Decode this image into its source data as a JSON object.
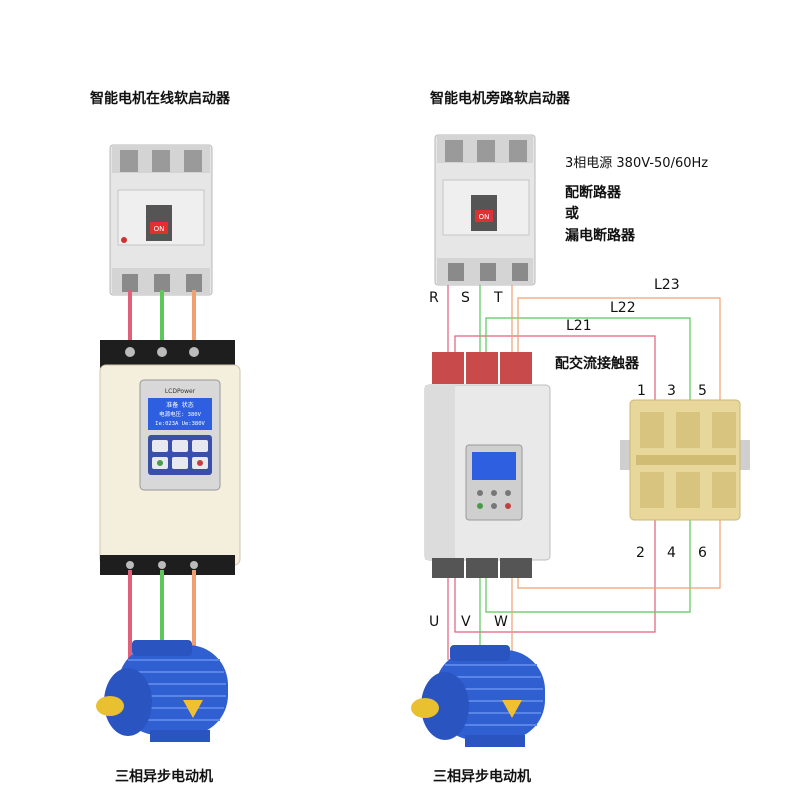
{
  "left": {
    "title": "智能电机在线软启动器",
    "motor_label": "三相异步电动机"
  },
  "right": {
    "title": "智能电机旁路软启动器",
    "motor_label": "三相异步电动机",
    "power_note": "3相电源 380V-50/60Hz",
    "breaker_note_1": "配断路器",
    "breaker_note_2": "或",
    "breaker_note_3": "漏电断路器",
    "contactor_note": "配交流接触器",
    "phases_in": [
      "R",
      "S",
      "T"
    ],
    "phases_out": [
      "U",
      "V",
      "W"
    ],
    "lines": [
      "L21",
      "L22",
      "L23"
    ],
    "contactor_top": [
      "1",
      "3",
      "5"
    ],
    "contactor_bottom": [
      "2",
      "4",
      "6"
    ]
  },
  "breaker": {
    "switch_label": "ON"
  },
  "softstarter": {
    "brand": "LCDPower",
    "lcd_line1": "准备 状态",
    "lcd_line2": "电源电压: 380V",
    "lcd_line3": "Ie:023A Ue:380V"
  },
  "colors": {
    "wire_red": "#e0607a",
    "wire_green": "#5cc85c",
    "wire_orange": "#f0a070",
    "motor_blue": "#2f5fd0",
    "lcd_blue": "#2e5fe0",
    "contactor": "#e8d79a"
  }
}
